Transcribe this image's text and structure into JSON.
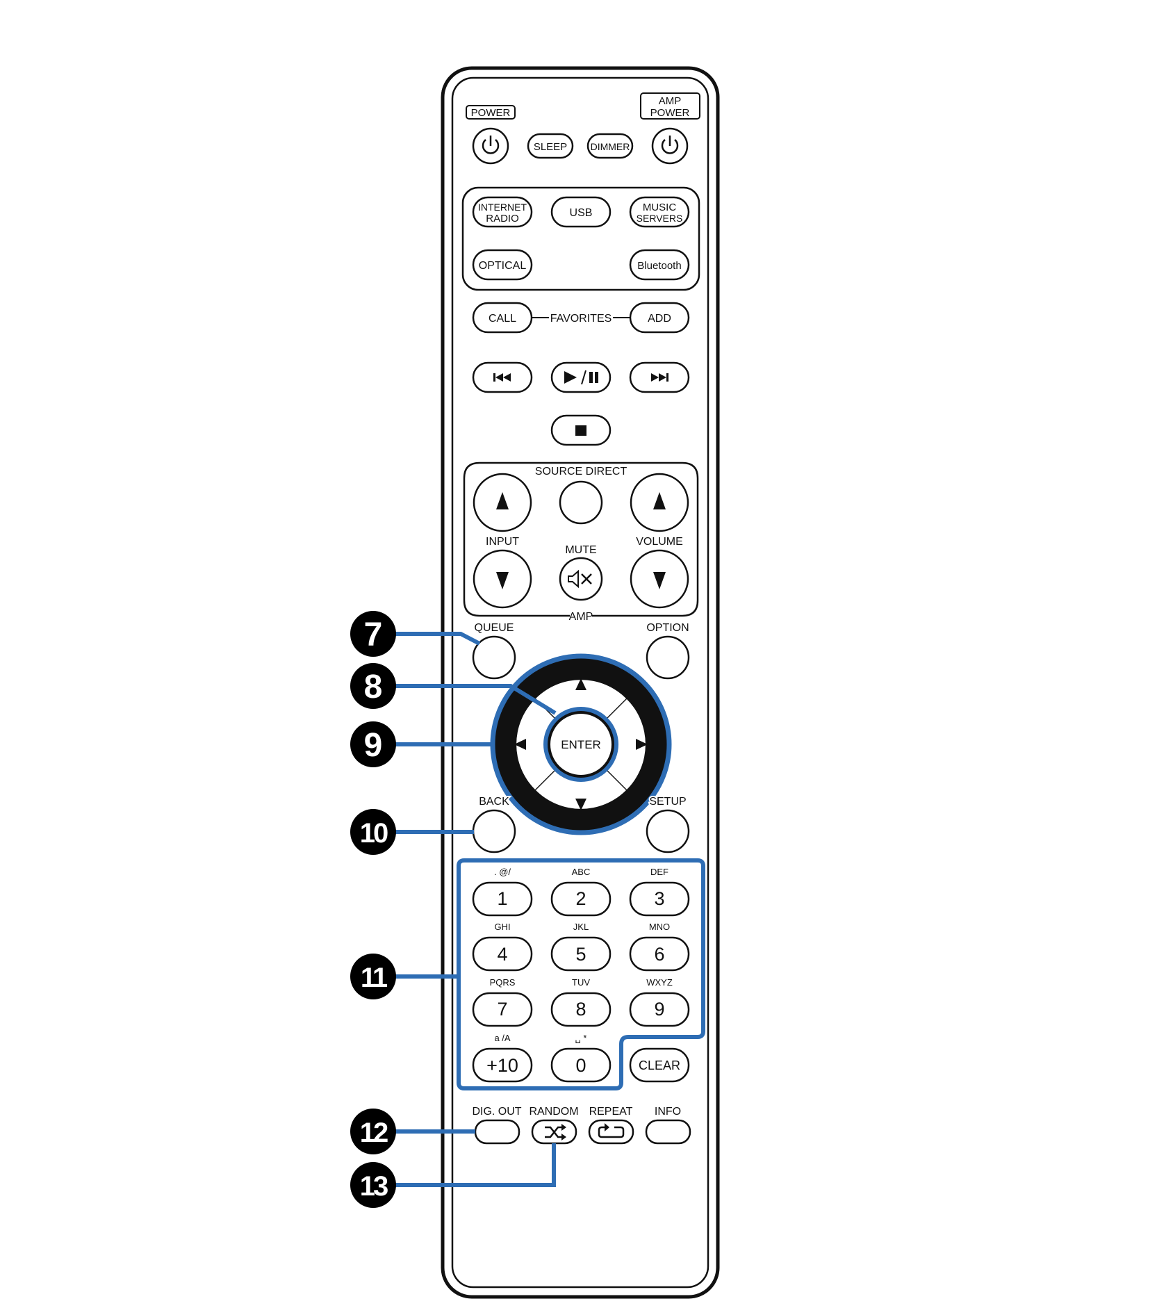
{
  "remote": {
    "power_label": "POWER",
    "amp_power_label_line1": "AMP",
    "amp_power_label_line2": "POWER",
    "sleep_label": "SLEEP",
    "dimmer_label": "DIMMER",
    "source": {
      "internet_radio_line1": "INTERNET",
      "internet_radio_line2": "RADIO",
      "usb": "USB",
      "music_servers_line1": "MUSIC",
      "music_servers_line2": "SERVERS",
      "optical": "OPTICAL",
      "bluetooth": "Bluetooth"
    },
    "favorites": {
      "call": "CALL",
      "label": "FAVORITES",
      "add": "ADD"
    },
    "amp_section": {
      "source_direct": "SOURCE DIRECT",
      "input": "INPUT",
      "mute": "MUTE",
      "volume": "VOLUME",
      "amp": "AMP"
    },
    "queue": "QUEUE",
    "option": "OPTION",
    "enter": "ENTER",
    "back": "BACK",
    "setup": "SETUP",
    "keypad": [
      {
        "letters": ". @/",
        "digit": "1"
      },
      {
        "letters": "ABC",
        "digit": "2"
      },
      {
        "letters": "DEF",
        "digit": "3"
      },
      {
        "letters": "GHI",
        "digit": "4"
      },
      {
        "letters": "JKL",
        "digit": "5"
      },
      {
        "letters": "MNO",
        "digit": "6"
      },
      {
        "letters": "PQRS",
        "digit": "7"
      },
      {
        "letters": "TUV",
        "digit": "8"
      },
      {
        "letters": "WXYZ",
        "digit": "9"
      },
      {
        "letters": "a /A",
        "digit": "+10"
      },
      {
        "letters": "␣ *",
        "digit": "0"
      }
    ],
    "clear": "CLEAR",
    "dig_out": "DIG. OUT",
    "random": "RANDOM",
    "repeat": "REPEAT",
    "info": "INFO"
  },
  "callouts": [
    "7",
    "8",
    "9",
    "10",
    "11",
    "12",
    "13"
  ],
  "colors": {
    "highlight": "#2e6db4",
    "outline": "#111111",
    "dpad_fill": "#111111",
    "callout_fill": "#000000"
  },
  "icons": {
    "power": "power-icon",
    "prev": "skip-previous-icon",
    "play_pause": "play-pause-icon",
    "next": "skip-next-icon",
    "stop": "stop-icon",
    "mute": "mute-icon",
    "random": "shuffle-icon",
    "repeat": "repeat-icon"
  }
}
